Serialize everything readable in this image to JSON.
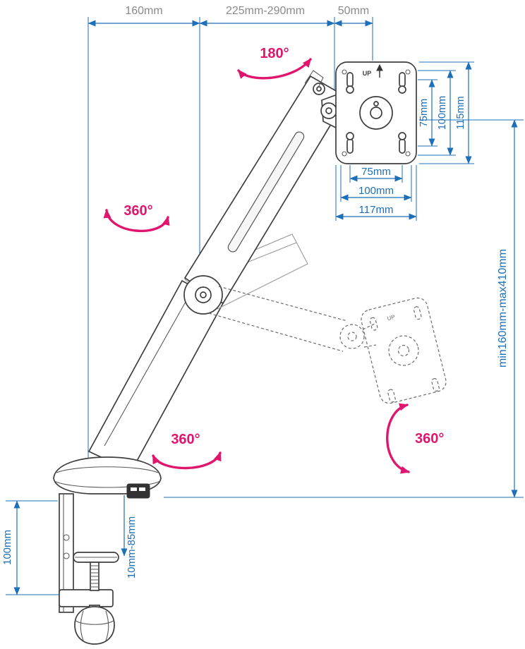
{
  "title": "Gas spring monitor arm dimension diagram",
  "colors": {
    "dimension_blue": "#1d6fb8",
    "label_gray": "#8a8a8a",
    "accent_pink": "#e0156d",
    "line_dark": "#3f3f3f"
  },
  "labels": {
    "reach_base": "160mm",
    "reach_arm": "225mm-290mm",
    "reach_head": "50mm",
    "vesa_v_75": "75mm",
    "vesa_v_100": "100mm",
    "vesa_v_115": "115mm",
    "vesa_h_75": "75mm",
    "vesa_h_100": "100mm",
    "vesa_h_117": "117mm",
    "height_range": "min160mm-max410mm",
    "clamp_height": "100mm",
    "clamp_range": "10mm-85mm",
    "up": "UP"
  },
  "angles": {
    "swivel_top": "180°",
    "swivel_mid": "360°",
    "swivel_base": "360°",
    "head_rotation": "360°"
  }
}
